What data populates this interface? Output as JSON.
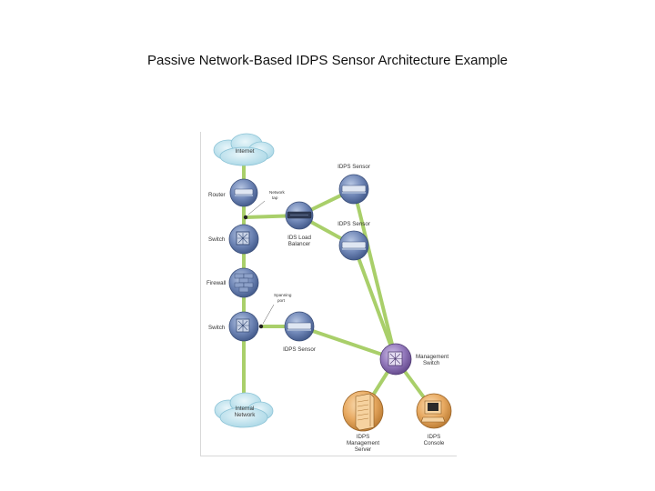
{
  "title": "Passive Network-Based IDPS Sensor Architecture Example",
  "diagram": {
    "clouds": {
      "internet": "Internet",
      "internal": [
        "Internal",
        "Network"
      ]
    },
    "left_labels": {
      "router": "Router",
      "switch_top": "Switch",
      "firewall": "Firewall",
      "switch_bottom": "Switch"
    },
    "callouts": {
      "network_tap": [
        "Network",
        "tap"
      ],
      "spanning_port": [
        "Spanning",
        "port"
      ]
    },
    "nodes": {
      "idps_sensor_top": "IDPS Sensor",
      "idps_sensor_mid": "IDPS Sensor",
      "load_balancer": [
        "IDS Load",
        "Balancer"
      ],
      "idps_sensor_bottom": "IDPS Sensor",
      "management_switch": [
        "Management",
        "Switch"
      ],
      "management_server": [
        "IDPS",
        "Management",
        "Server"
      ],
      "console": [
        "IDPS",
        "Console"
      ]
    },
    "colors": {
      "link": "#a9cf6a",
      "node_blue": "#5f78a8",
      "node_purple": "#8a6fb0",
      "node_tan": "#e3a760",
      "cloud": "#bfe3ee"
    }
  }
}
